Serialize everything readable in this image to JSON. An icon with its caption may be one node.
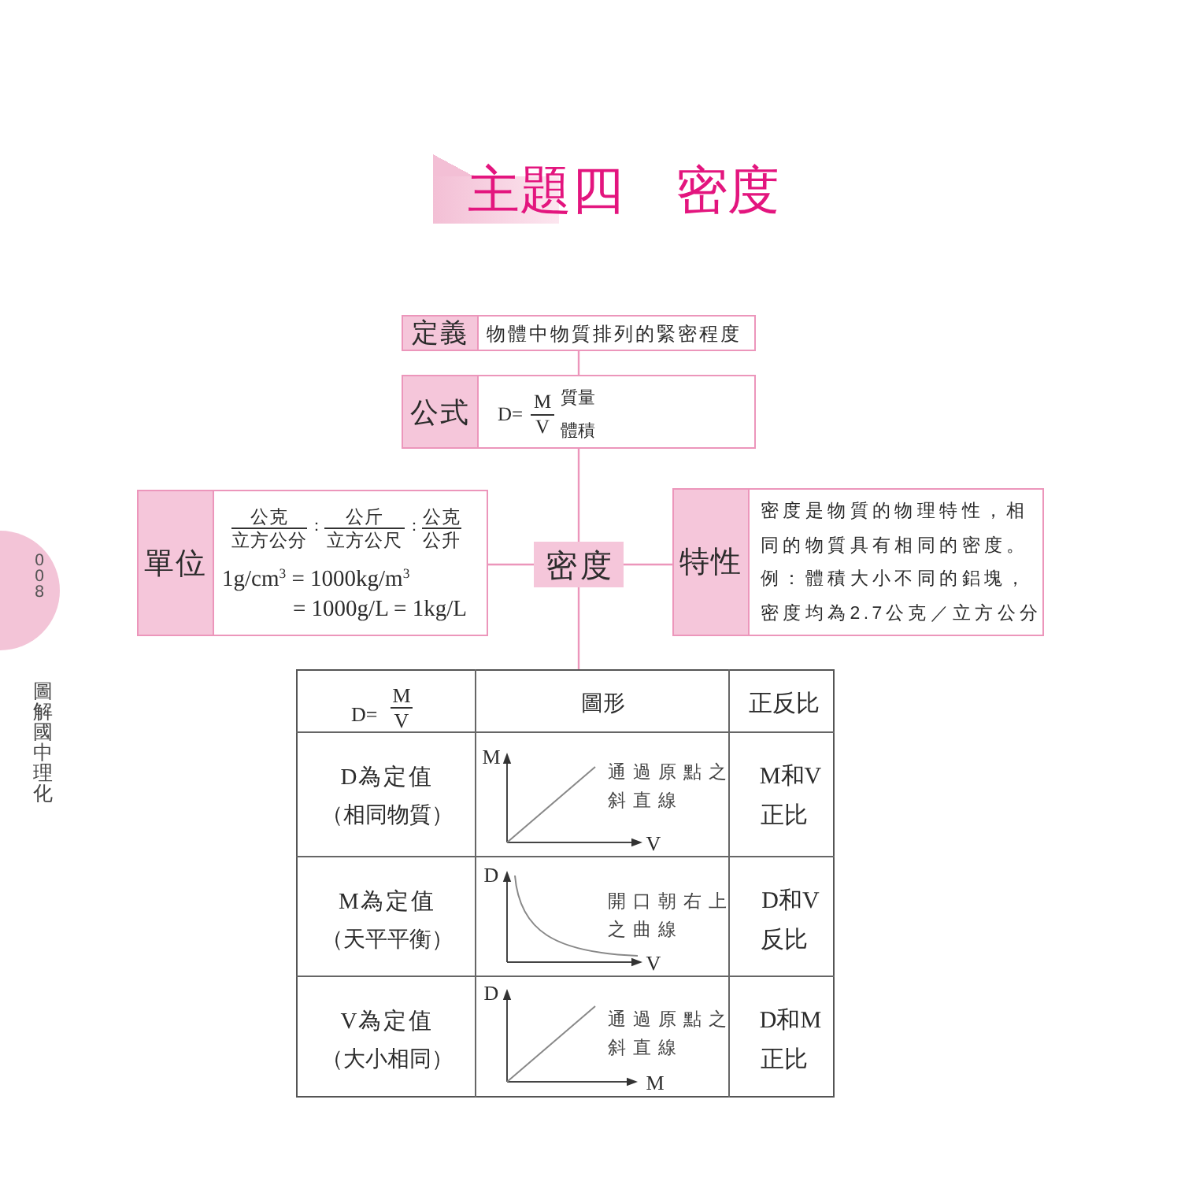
{
  "diagram": {
    "title": "主題四　密度",
    "nodes": [
      {
        "text": [
          "定義",
          "物體中物質排列的緊密程度"
        ]
      },
      {
        "text": [
          "公式",
          "D=",
          "M",
          "V",
          "質量",
          "體積"
        ]
      },
      {
        "text": [
          "單位",
          "公克",
          "立方公分",
          "：",
          "公斤",
          "立方公尺",
          "：",
          "公克",
          "公升",
          "1g/cm$^{3}$ = 1000kg/m$^{3}$",
          "= 1000g/L = 1kg/L"
        ]
      },
      {
        "text": [
          "密度"
        ]
      },
      {
        "text": [
          "特性",
          "密度是物質的物理特性，相同的物質具有相同的密度。",
          "例：體積大小不同的鋁塊，密度均為2.7公克／立方公分"
        ]
      },
      {
        "text": [],
        "shape": "box"
      }
    ],
    "edges": [
      {
        "from": 0,
        "to": 1,
        "arrow": "none"
      },
      {
        "from": 1,
        "to": 3,
        "arrow": "none"
      },
      {
        "from": 2,
        "to": 3,
        "arrow": "none"
      },
      {
        "from": 3,
        "to": 4,
        "arrow": "none"
      },
      {
        "from": 3,
        "to": 5,
        "arrow": "none"
      }
    ],
    "labels": [
      "008",
      "圖解國中理化",
      "D=",
      "M",
      "V",
      "圖形",
      "正反比",
      "D為定值",
      "（相同物質）",
      "M",
      "通過原點之斜直線",
      "V",
      "M和V",
      "正比",
      "M為定值",
      "（天平平衡）",
      "D",
      "開口朝右上之曲線",
      "V",
      "D和V",
      "反比",
      "V為定值",
      "（大小相同）",
      "D",
      "通過原點之斜直線",
      "M",
      "D和M",
      "正比"
    ]
  }
}
